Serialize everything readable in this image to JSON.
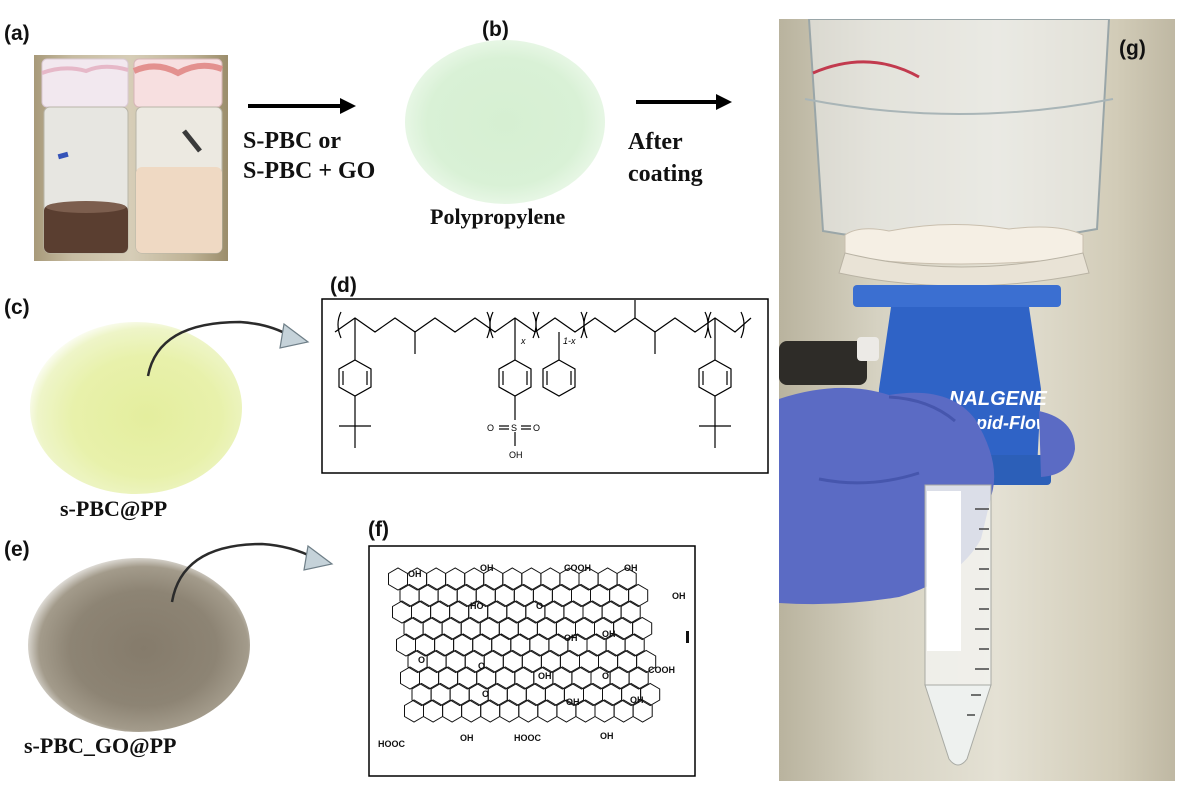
{
  "labels": {
    "a": "(a)",
    "b": "(b)",
    "c": "(c)",
    "d": "(d)",
    "e": "(e)",
    "f": "(f)",
    "g": "(g)"
  },
  "step1": {
    "line1": "S-PBC or",
    "line2": "S-PBC + GO"
  },
  "membrane_b_caption": "Polypropylene",
  "step2": {
    "line1": "After",
    "line2": "coating"
  },
  "sample_c_caption": "s-PBC@PP",
  "sample_e_caption": "s-PBC_GO@PP",
  "polymer": {
    "sub_x": "x",
    "sub_1x": "1-x",
    "sulfonate": {
      "o_left": "O",
      "s": "S",
      "o_right": "O",
      "oh": "OH"
    }
  },
  "graphene_oxide": {
    "oh": "OH",
    "cooh": "COOH",
    "ho": "HO",
    "o": "O",
    "hooc": "HOOC"
  },
  "funnel": {
    "brand": "NALGENE",
    "model": "Rapid-Flow"
  },
  "colors": {
    "blue": "#2c5fb8",
    "glove": "#5b6bc4",
    "pp": "#d8f0d6",
    "spbc": "#e8f0a8",
    "go": "#8a8170"
  }
}
